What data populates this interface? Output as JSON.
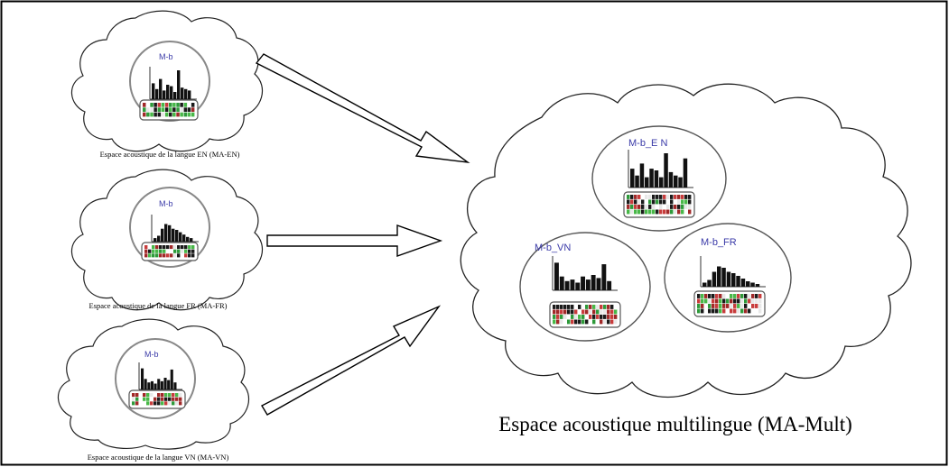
{
  "sources": [
    {
      "id": "en",
      "module_label": "M-b",
      "caption": "Espace acoustique de la langue EN (MA-EN)",
      "bars": [
        0.55,
        0.35,
        0.7,
        0.3,
        0.5,
        0.45,
        0.25,
        1.0,
        0.4,
        0.35,
        0.3
      ]
    },
    {
      "id": "fr",
      "module_label": "M-b",
      "caption": "Espace acoustique de la langue FR (MA-FR)",
      "bars": [
        0.15,
        0.25,
        0.55,
        0.75,
        0.7,
        0.55,
        0.5,
        0.4,
        0.3,
        0.2,
        0.15
      ]
    },
    {
      "id": "vn",
      "module_label": "M-b",
      "caption": "Espace acoustique de la langue VN (MA-VN)",
      "bars": [
        0.9,
        0.45,
        0.3,
        0.35,
        0.25,
        0.45,
        0.35,
        0.5,
        0.4,
        0.85,
        0.3
      ]
    }
  ],
  "multilingual": {
    "caption": "Espace acoustique multilingue (MA-Mult)",
    "modules": [
      {
        "id": "en",
        "label": "M-b_E N",
        "bars": [
          0.55,
          0.35,
          0.7,
          0.3,
          0.55,
          0.5,
          0.3,
          1.0,
          0.45,
          0.35,
          0.3,
          0.85
        ]
      },
      {
        "id": "vn",
        "label": "M-b_VN",
        "bars": [
          0.9,
          0.45,
          0.3,
          0.35,
          0.25,
          0.45,
          0.35,
          0.5,
          0.4,
          0.85,
          0.3
        ]
      },
      {
        "id": "fr",
        "label": "M-b_FR",
        "bars": [
          0.15,
          0.25,
          0.55,
          0.75,
          0.7,
          0.55,
          0.5,
          0.4,
          0.3,
          0.2,
          0.15,
          0.1
        ]
      }
    ]
  },
  "colors": {
    "label": "#3a3aa8",
    "grid_palette": [
      "#1a1a1a",
      "#c83c3c",
      "#2e9a3a",
      "#e8e8e8",
      "#1a1a1a",
      "#a02828",
      "#48b848",
      "#ffffff"
    ]
  }
}
